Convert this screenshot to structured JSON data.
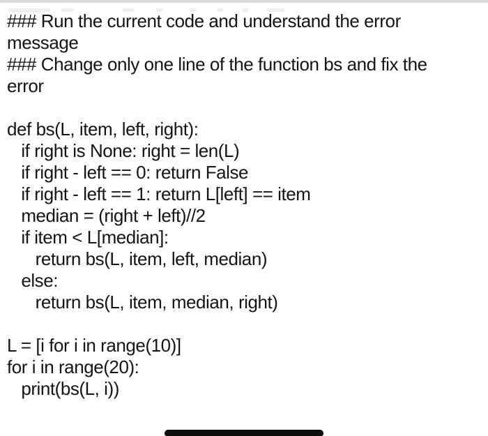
{
  "screen": {
    "background_color": "#ffffff",
    "text_color": "#141414",
    "top_strip_color": "#d9d9d9",
    "home_indicator_color": "#0d0d0d"
  },
  "content": {
    "lines": [
      "### Run the current code and understand the error",
      "message",
      "### Change only one line of the function bs and fix the",
      "error",
      "",
      "def bs(L, item, left, right):",
      "   if right is None: right = len(L)",
      "   if right - left == 0: return False",
      "   if right - left == 1: return L[left] == item",
      "   median = (right + left)//2",
      "   if item < L[median]:",
      "      return bs(L, item, left, median)",
      "   else:",
      "      return bs(L, item, median, right)",
      "",
      "L = [i for i in range(10)]",
      "for i in range(20):",
      "   print(bs(L, i))"
    ]
  }
}
